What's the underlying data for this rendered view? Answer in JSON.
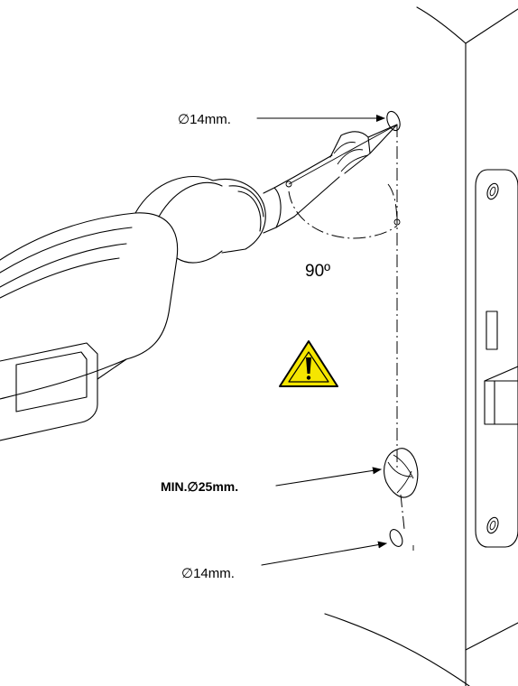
{
  "labels": {
    "top_hole": "∅14mm.",
    "middle_hole": "MIN.∅25mm.",
    "bottom_hole": "∅14mm.",
    "angle": "90º"
  },
  "icons": {
    "warning": "warning-triangle-icon"
  },
  "colors": {
    "warning_fill": "#f5e600",
    "warning_outline": "#000000",
    "line": "#000000",
    "background": "#ffffff"
  }
}
